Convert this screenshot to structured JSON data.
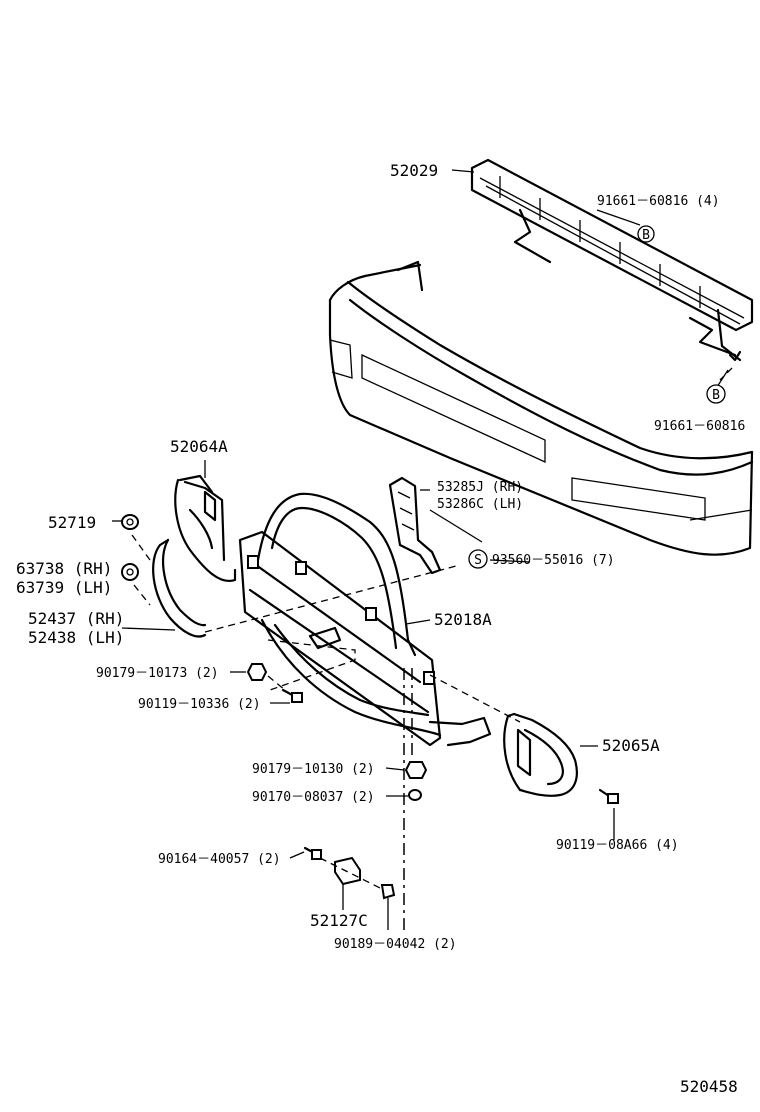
{
  "labels": {
    "p52029": "52029",
    "p91661_60816_4": "91661－60816 (4)",
    "p91661_60816": "91661－60816",
    "symbol_b": "B",
    "symbol_s": "S",
    "p52064a": "52064A",
    "p53285j": "53285J (RH)",
    "p53286c": "53286C (LH)",
    "p52719": "52719",
    "p63738": "63738 (RH)",
    "p63739": "63739 (LH)",
    "p93560_55016": "93560－55016 (7)",
    "p52437": "52437 (RH)",
    "p52438": "52438 (LH)",
    "p52018a": "52018A",
    "p90179_10173": "90179－10173 (2)",
    "p90119_10336": "90119－10336 (2)",
    "p52065a": "52065A",
    "p90179_10130": "90179－10130 (2)",
    "p90170_08037": "90170－08037 (2)",
    "p90119_08a66": "90119－08A66 (4)",
    "p90164_40057": "90164－40057 (2)",
    "p52127c": "52127C",
    "p90189_04042": "90189－04042 (2)",
    "figure_number": "520458"
  }
}
